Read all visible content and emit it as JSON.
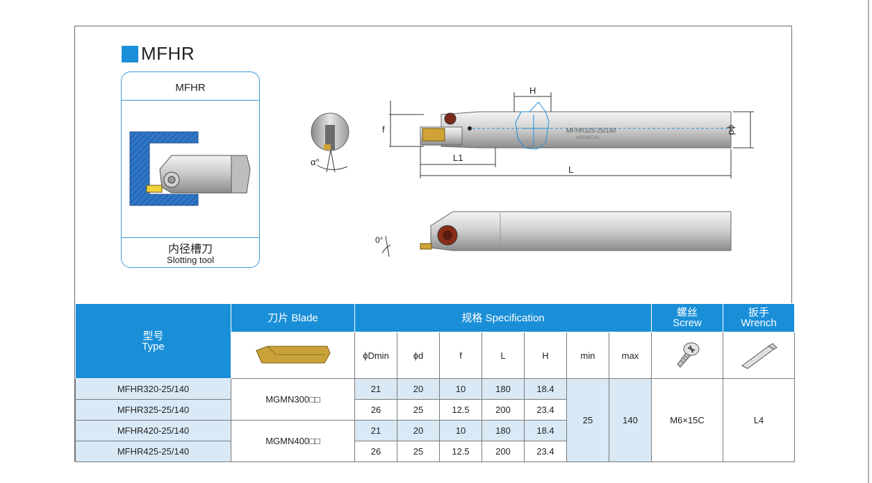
{
  "section": {
    "title": "MFHR"
  },
  "card": {
    "title": "MFHR",
    "name_cn": "内径槽刀",
    "name_en": "Slotting tool"
  },
  "drawing": {
    "side_view_label": "MFHR325-25/140",
    "brand_mark": "KORMETAL",
    "dims": {
      "H": "H",
      "f": "f",
      "L1": "L1",
      "L": "L",
      "d": "ϕd",
      "alpha": "α°",
      "zero": "0°"
    }
  },
  "table": {
    "head": {
      "type_cn": "型号",
      "type_en": "Type",
      "blade_cn": "刀片",
      "blade_en": "Blade",
      "spec_cn": "规格",
      "spec_en": "Specification",
      "screw_cn": "螺丝",
      "screw_en": "Screw",
      "wrench_cn": "扳手",
      "wrench_en": "Wrench"
    },
    "sub": [
      "ϕDmin",
      "ϕd",
      "f",
      "L",
      "H",
      "min",
      "max"
    ],
    "icons": {
      "blade": "insert-image",
      "screw": "screw-icon",
      "wrench": "hex-key-icon"
    },
    "rows": [
      {
        "type": "MFHR320-25/140",
        "dmin": "21",
        "d": "20",
        "f": "10",
        "L": "180",
        "H": "18.4"
      },
      {
        "type": "MFHR325-25/140",
        "dmin": "26",
        "d": "25",
        "f": "12.5",
        "L": "200",
        "H": "23.4"
      },
      {
        "type": "MFHR420-25/140",
        "dmin": "21",
        "d": "20",
        "f": "10",
        "L": "180",
        "H": "18.4"
      },
      {
        "type": "MFHR425-25/140",
        "dmin": "26",
        "d": "25",
        "f": "12.5",
        "L": "200",
        "H": "23.4"
      }
    ],
    "blades": [
      "MGMN300□□",
      "MGMN400□□"
    ],
    "min": "25",
    "max": "140",
    "screw": "M6×15C",
    "wrench": "L4"
  },
  "colors": {
    "accent": "#1a8fd8",
    "row_tint": "#d9e9f6",
    "insert_gold": "#c9a23a"
  }
}
